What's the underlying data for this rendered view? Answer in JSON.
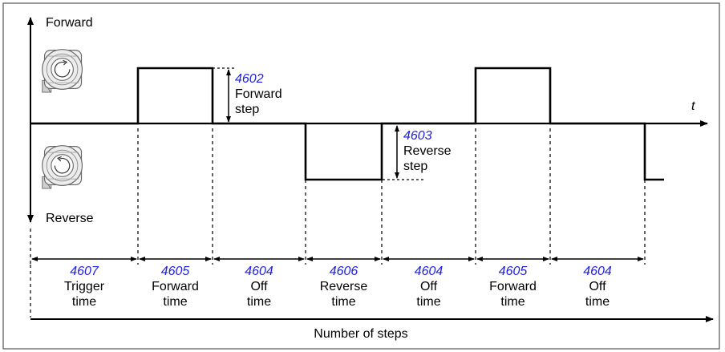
{
  "colors": {
    "frame": "#555555",
    "line": "#000000",
    "parameter": "#1f1fe0",
    "motor_fill": "#f2f2f2",
    "motor_stroke": "#6a6a6a"
  },
  "axis": {
    "up_label": "Forward",
    "down_label": "Reverse",
    "time_label": "t",
    "bottom_label": "Number of steps"
  },
  "icons": {
    "forward_motor": "motor-forward-rotation-icon",
    "reverse_motor": "motor-reverse-rotation-icon"
  },
  "step_annotations": [
    {
      "param": "4602",
      "line1": "Forward",
      "line2": "step"
    },
    {
      "param": "4603",
      "line1": "Reverse",
      "line2": "step"
    }
  ],
  "segments": [
    {
      "param": "4607",
      "line1": "Trigger",
      "line2": "time",
      "level": "zero"
    },
    {
      "param": "4605",
      "line1": "Forward",
      "line2": "time",
      "level": "forward"
    },
    {
      "param": "4604",
      "line1": "Off",
      "line2": "time",
      "level": "zero"
    },
    {
      "param": "4606",
      "line1": "Reverse",
      "line2": "time",
      "level": "reverse"
    },
    {
      "param": "4604",
      "line1": "Off",
      "line2": "time",
      "level": "zero"
    },
    {
      "param": "4605",
      "line1": "Forward",
      "line2": "time",
      "level": "forward"
    },
    {
      "param": "4604",
      "line1": "Off",
      "line2": "time",
      "level": "zero"
    }
  ],
  "trailing_level": "reverse"
}
